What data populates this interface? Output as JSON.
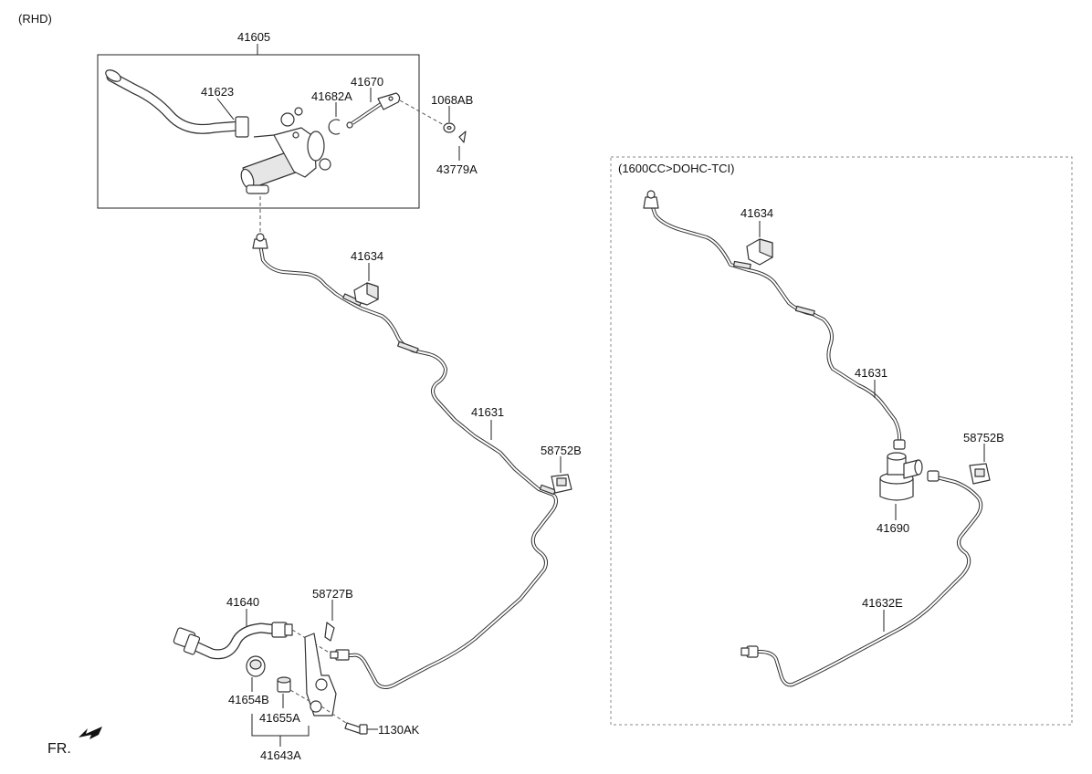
{
  "header": {
    "variant": "(RHD)"
  },
  "variant_box": {
    "title": "(1600CC>DOHC-TCI)"
  },
  "labels": {
    "p41605": "41605",
    "p41623": "41623",
    "p41682A": "41682A",
    "p41670": "41670",
    "p1068AB": "1068AB",
    "p43779A": "43779A",
    "p41634_main": "41634",
    "p41631_main": "41631",
    "p58752B_main": "58752B",
    "p41640": "41640",
    "p58727B": "58727B",
    "p41654B": "41654B",
    "p41655A": "41655A",
    "p1130AK": "1130AK",
    "p41643A": "41643A",
    "p41634_alt": "41634",
    "p41631_alt": "41631",
    "p58752B_alt": "58752B",
    "p41690": "41690",
    "p41632E": "41632E"
  },
  "footer": {
    "direction": "FR."
  }
}
